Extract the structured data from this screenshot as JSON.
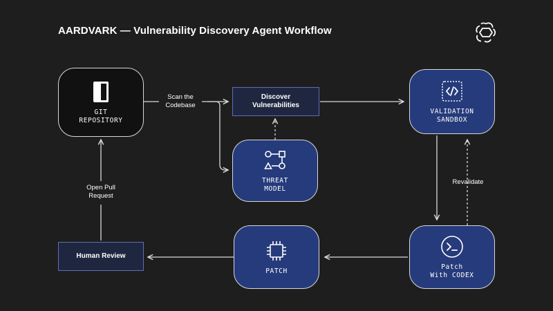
{
  "title": "AARDVARK — Vulnerability Discovery Agent Workflow",
  "logo": {
    "icon": "openai-logo-icon"
  },
  "colors": {
    "background": "#1e1e1e",
    "node_blue": "#263b7b",
    "node_dark": "#111111",
    "box_border": "#5b6fb6",
    "line": "#d9d9d9"
  },
  "nodes": {
    "git_repository": {
      "label": "GIT\nREPOSITORY",
      "icon": "git-repo-icon"
    },
    "threat_model": {
      "label": "THREAT\nMODEL",
      "icon": "shapes-icon"
    },
    "validation_sandbox": {
      "label": "VALIDATION\nSANDBOX",
      "icon": "code-brackets-icon"
    },
    "patch": {
      "label": "PATCH",
      "icon": "chip-icon"
    },
    "patch_codex": {
      "label": "Patch\nWith CODEX",
      "icon": "terminal-prompt-icon"
    }
  },
  "boxes": {
    "discover": "Discover\nVulnerabilities",
    "human_review": "Human Review"
  },
  "edge_labels": {
    "scan": "Scan the\nCodebase",
    "revalidate": "Revalidate",
    "open_pr": "Open Pull\nRequest"
  }
}
